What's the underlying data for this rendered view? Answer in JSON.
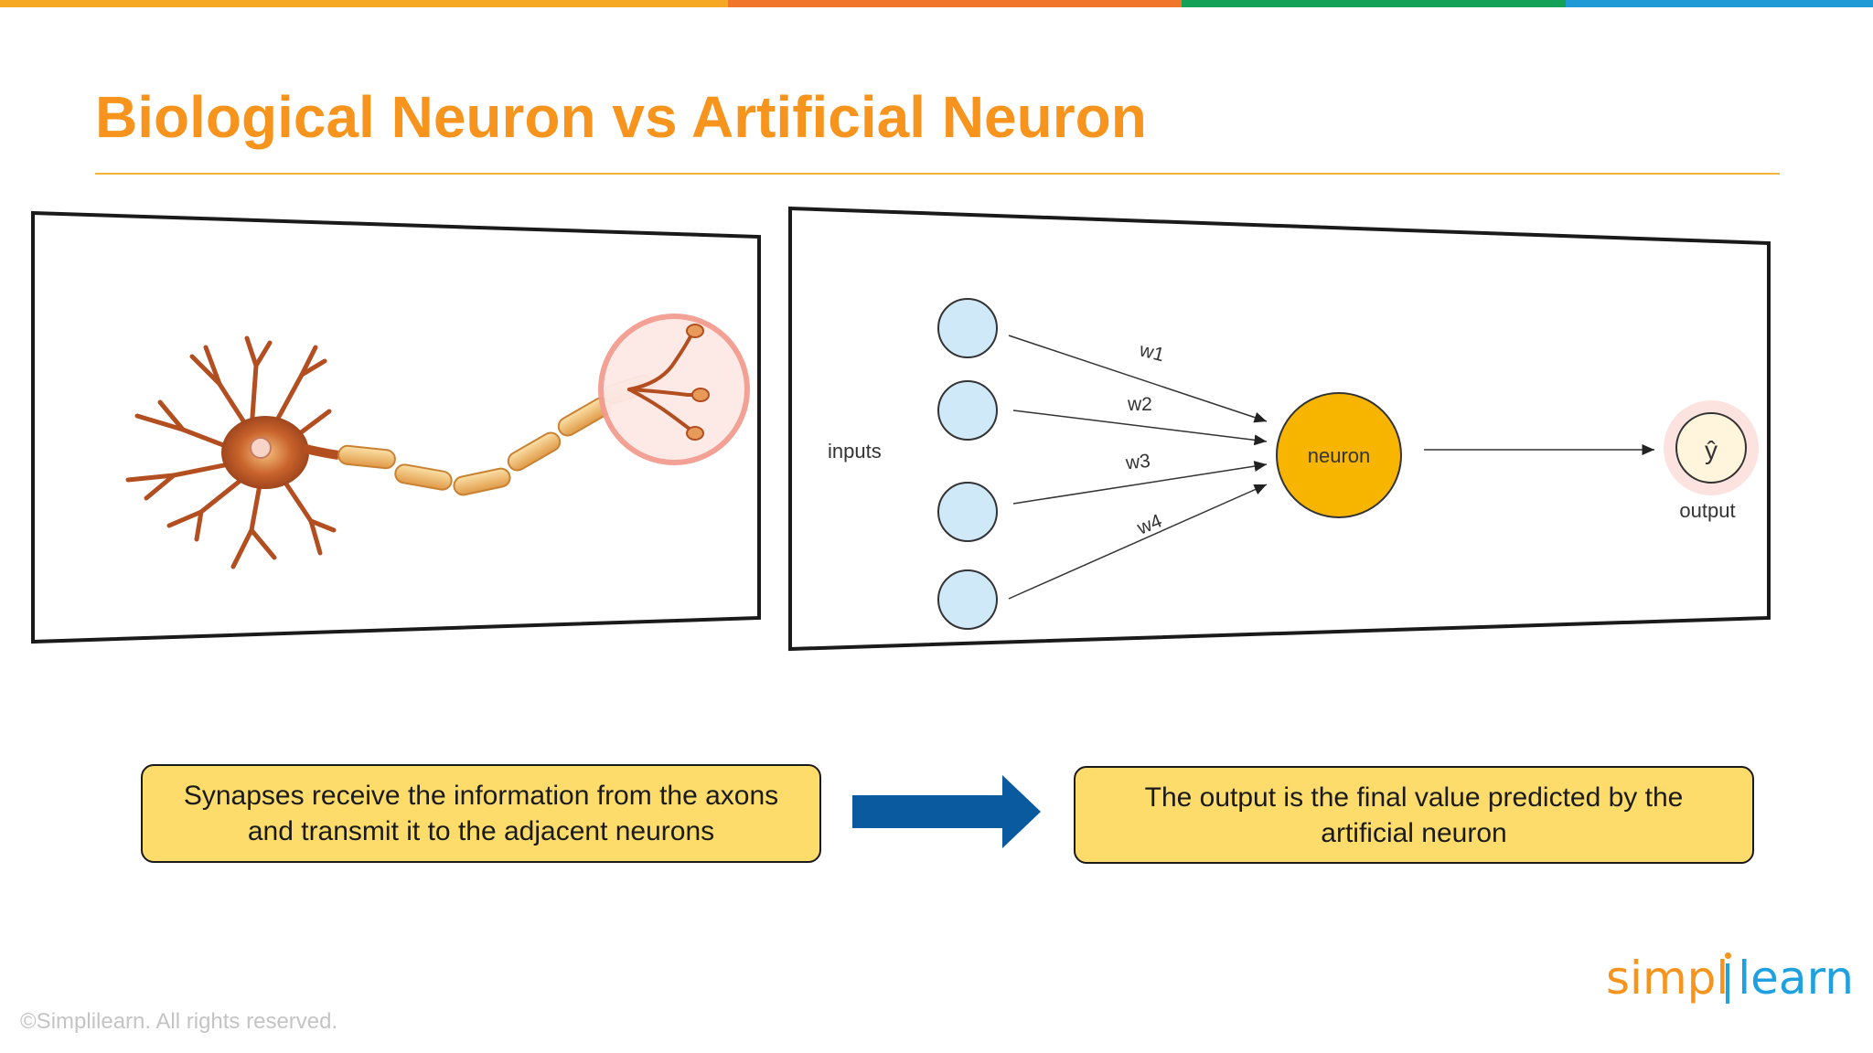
{
  "slide": {
    "title": "Biological Neuron vs Artificial Neuron",
    "top_bar_colors": [
      "#f7a823",
      "#f2752c",
      "#13a157",
      "#1f9ad6"
    ]
  },
  "biological_panel": {
    "image_description": "illustration of a biological neuron with axon and highlighted synapse terminals"
  },
  "artificial_panel": {
    "inputs_label": "inputs",
    "weights": [
      "w1",
      "w2",
      "w3",
      "w4"
    ],
    "neuron_label": "neuron",
    "output_symbol": "ŷ",
    "output_label": "output"
  },
  "captions": {
    "left": "Synapses receive the information from the axons and transmit it to the adjacent neurons",
    "right": "The output is the final value predicted by the artificial neuron"
  },
  "footer": {
    "copyright": "©Simplilearn. All rights reserved.",
    "logo_part1": "simpl",
    "logo_part2": "learn"
  },
  "colors": {
    "title": "#f7941d",
    "caption_fill": "#fddc6c",
    "arrow_blue": "#0a5aa0",
    "neuron_fill": "#f7b500",
    "input_fill": "#cfe9f9"
  }
}
